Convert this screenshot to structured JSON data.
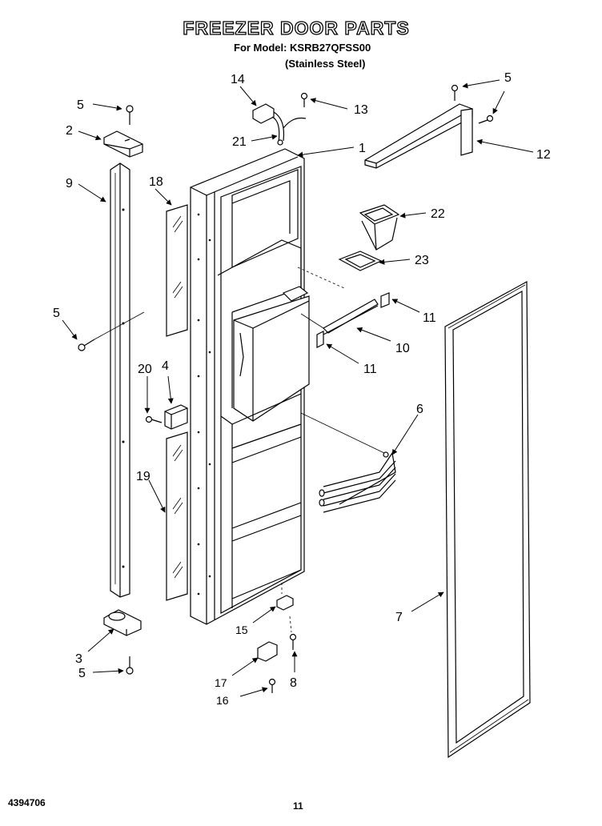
{
  "header": {
    "title": "FREEZER DOOR PARTS",
    "model_line": "For Model: KSRB27QFSS00",
    "finish_line": "(Stainless Steel)"
  },
  "footer": {
    "doc_number": "4394706",
    "page_number": "11"
  },
  "callouts": {
    "c1": "1",
    "c2": "2",
    "c3": "3",
    "c4": "4",
    "c5a": "5",
    "c5b": "5",
    "c5c": "5",
    "c5d": "5",
    "c6": "6",
    "c7": "7",
    "c8": "8",
    "c9": "9",
    "c10": "10",
    "c11a": "11",
    "c11b": "11",
    "c12": "12",
    "c13": "13",
    "c14": "14",
    "c15": "15",
    "c16": "16",
    "c17": "17",
    "c18": "18",
    "c19": "19",
    "c20": "20",
    "c21": "21",
    "c22": "22",
    "c23": "23"
  }
}
